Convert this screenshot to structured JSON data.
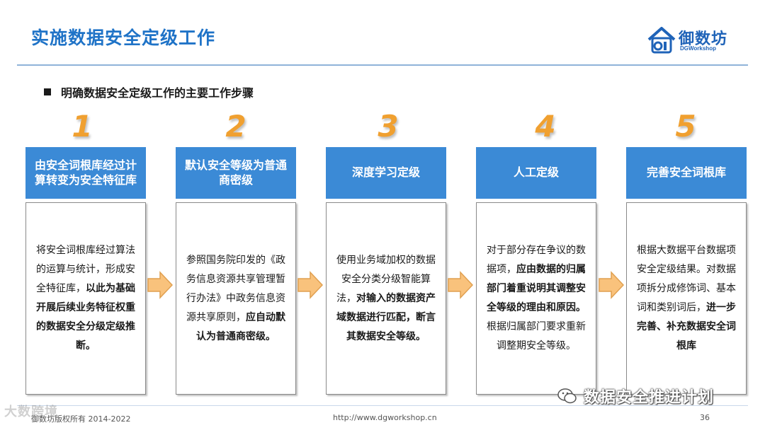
{
  "page": {
    "title": "实施数据安全定级工作",
    "subtitle": "明确数据安全定级工作的主要工作步骤"
  },
  "logo": {
    "name": "御数坊",
    "sub": "DGWorkshop"
  },
  "steps": [
    {
      "number": "1",
      "heading": "由安全词根库经过计算转变为安全特征库",
      "body_plain_1": "将安全词根库经过算法的运算与统计，形成安全特征库，",
      "body_bold_1": "以此为基础开展后续业务特征权重的数据安全分级定级推断。",
      "body_plain_2": "",
      "body_bold_2": ""
    },
    {
      "number": "2",
      "heading": "默认安全等级为普通商密级",
      "body_plain_1": "参照国务院印发的《政务信息资源共享管理暂行办法》中政务信息资源共享原则，",
      "body_bold_1": "应自动默认为普通商密级。",
      "body_plain_2": "",
      "body_bold_2": ""
    },
    {
      "number": "3",
      "heading": "深度学习定级",
      "body_plain_1": "使用业务域加权的数据安全分类分级智能算法，",
      "body_bold_1": "对输入的数据资产域数据进行匹配，断言其数据安全等级。",
      "body_plain_2": "",
      "body_bold_2": ""
    },
    {
      "number": "4",
      "heading": "人工定级",
      "body_plain_1": "对于部分存在争议的数据项，",
      "body_bold_1": "应由数据的归属部门着重说明其调整安全等级的理由和原因。",
      "body_plain_2": "根据归属部门要求重新调整期安全等级。",
      "body_bold_2": ""
    },
    {
      "number": "5",
      "heading": "完善安全词根库",
      "body_plain_1": "根据大数据平台数据项安全定级结果。对数据项拆分成修饰词、基本词和类别词后，",
      "body_bold_1": "进一步完善、补充数据安全词根库",
      "body_plain_2": "",
      "body_bold_2": ""
    }
  ],
  "footer": {
    "copyright": "御数坊版权所有 2014-2022",
    "url": "http://www.dgworkshop.cn",
    "page_number": "36"
  },
  "watermark": {
    "text": "数据安全推进计划",
    "left_text": "大数跨境"
  },
  "colors": {
    "title": "#1f73c7",
    "step_header": "#3b8ad6",
    "step_number": "#f0a030",
    "arrow": "#f9c27c"
  }
}
